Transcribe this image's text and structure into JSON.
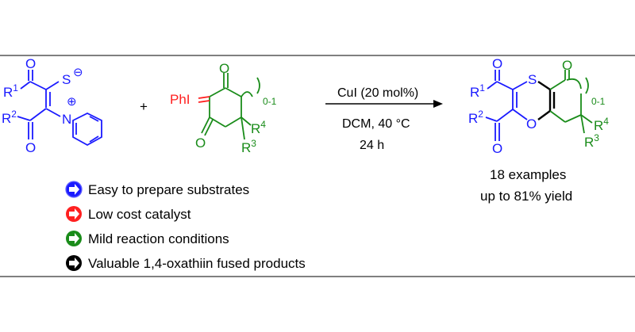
{
  "colors": {
    "blue": "#1a1aff",
    "red": "#ff2020",
    "green": "#1a8c1a",
    "black": "#000000"
  },
  "reagent_a": {
    "o_top": "O",
    "r1": "R",
    "r1_sup": "1",
    "s": "S",
    "s_charge": "⊖",
    "r2": "R",
    "r2_sup": "2",
    "o_bottom": "O",
    "n": "N",
    "n_charge": "⊕"
  },
  "plus": "+",
  "reagent_b": {
    "phi": "PhI",
    "o_top": "O",
    "o_bottom": "O",
    "ring_size": "0-1",
    "r4": "R",
    "r4_sup": "4",
    "r3": "R",
    "r3_sup": "3"
  },
  "conditions": {
    "catalyst": "CuI (20 mol%)",
    "solvent_temp": "DCM, 40 °C",
    "time": "24 h"
  },
  "product": {
    "o_top": "O",
    "r1": "R",
    "r1_sup": "1",
    "s": "S",
    "o_ketone": "O",
    "ring_size": "0-1",
    "r2": "R",
    "r2_sup": "2",
    "o_ring": "O",
    "o_bottom": "O",
    "r4": "R",
    "r4_sup": "4",
    "r3": "R",
    "r3_sup": "3"
  },
  "results": {
    "examples": "18 examples",
    "yield": "up to 81% yield"
  },
  "features": [
    {
      "label": "Easy to prepare substrates",
      "color": "#1a1aff",
      "icon": "arrow-circle-icon"
    },
    {
      "label": "Low cost catalyst",
      "color": "#ff2020",
      "icon": "arrow-circle-icon"
    },
    {
      "label": "Mild reaction conditions",
      "color": "#1a8c1a",
      "icon": "arrow-circle-icon"
    },
    {
      "label": "Valuable 1,4-oxathiin fused products",
      "color": "#000000",
      "icon": "arrow-circle-icon"
    }
  ]
}
